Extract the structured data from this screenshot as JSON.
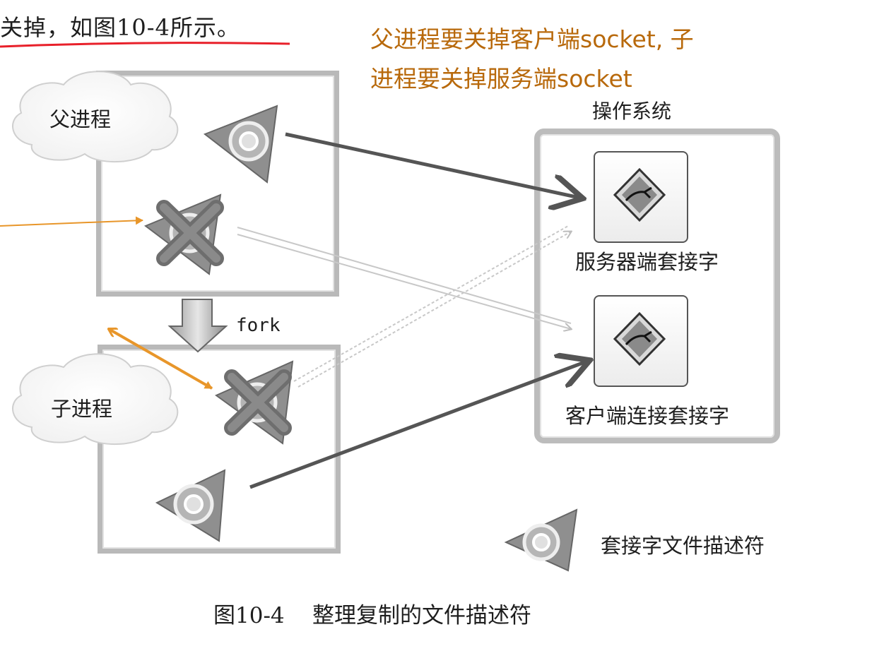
{
  "top_text": "关掉，如图10-4所示。",
  "annotation": {
    "line1": "父进程要关掉客户端socket, 子",
    "line2": "进程要关掉服务端socket"
  },
  "parent_process": {
    "label": "父进程"
  },
  "child_process": {
    "label": "子进程"
  },
  "fork_label": "fork",
  "os": {
    "title": "操作系统",
    "server_socket_label": "服务器端套接字",
    "client_socket_label": "客户端连接套接字"
  },
  "legend": {
    "label": "套接字文件描述符"
  },
  "caption": "图10-4    整理复制的文件描述符",
  "colors": {
    "annotation": "#b8690b",
    "underline": "#e8202a",
    "orange_arrow": "#e8962a",
    "dark_arrow": "#555555"
  }
}
